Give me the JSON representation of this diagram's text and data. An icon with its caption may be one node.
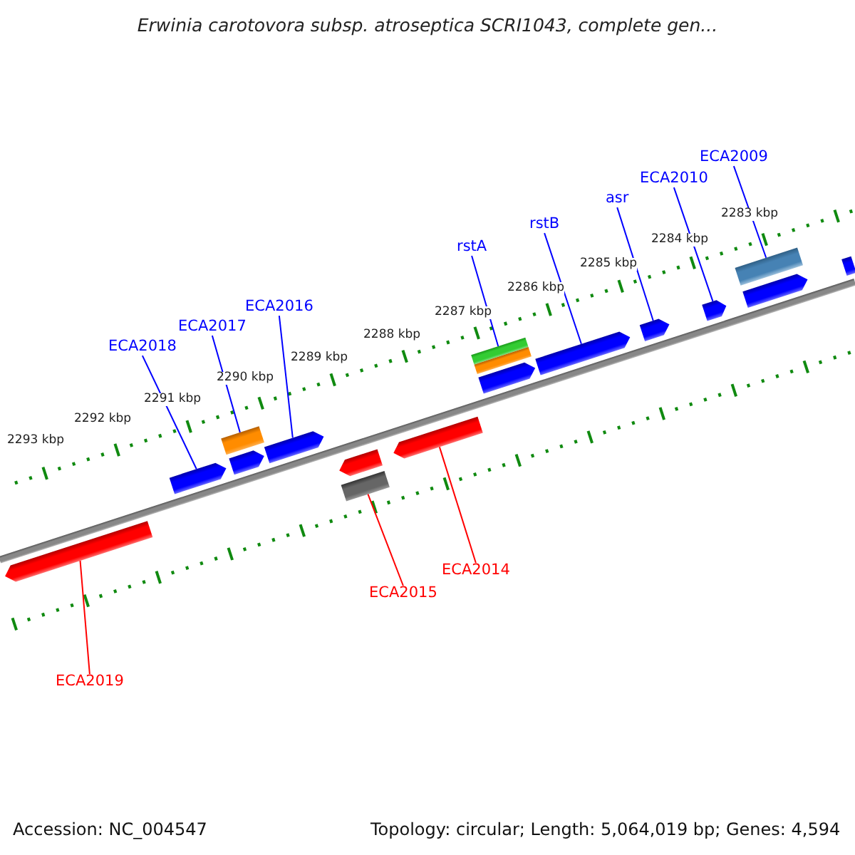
{
  "diagram": {
    "title": "Erwinia carotovora subsp. atroseptica SCRI1043, complete gen...",
    "nodes": [
      {
        "text": [
          "ECA2009"
        ]
      },
      {
        "text": [
          "ECA2010"
        ]
      },
      {
        "text": [
          "asr"
        ]
      },
      {
        "text": [
          "rstB"
        ]
      },
      {
        "text": [
          "rstA"
        ]
      },
      {
        "text": [
          "ECA2016"
        ]
      },
      {
        "text": [
          "ECA2017"
        ]
      },
      {
        "text": [
          "ECA2018"
        ]
      },
      {
        "text": [
          "ECA2014"
        ]
      },
      {
        "text": [
          "ECA2015"
        ]
      },
      {
        "text": [
          "ECA2019"
        ]
      },
      {
        "text": [],
        "shape": "arrow"
      },
      {
        "text": [],
        "shape": "arrow"
      },
      {
        "text": [],
        "shape": "bar"
      },
      {
        "text": [],
        "shape": "arrow"
      },
      {
        "text": [],
        "shape": "arrow"
      },
      {
        "text": [],
        "shape": "bar"
      },
      {
        "text": [],
        "shape": "arrow"
      },
      {
        "text": [],
        "shape": "arrow"
      },
      {
        "text": [],
        "shape": "bar"
      },
      {
        "text": [],
        "shape": "bar"
      },
      {
        "text": [],
        "shape": "arrow"
      },
      {
        "text": [],
        "shape": "arrow"
      },
      {
        "text": [],
        "shape": "arrow"
      },
      {
        "text": [],
        "shape": "arrow"
      },
      {
        "text": [],
        "shape": "bar"
      },
      {
        "text": [],
        "shape": "arrow"
      },
      {
        "text": [],
        "shape": "bar"
      }
    ],
    "edges": [
      {
        "from": 0,
        "to": 25,
        "arrow": "none"
      },
      {
        "from": 1,
        "to": 24,
        "arrow": "none"
      },
      {
        "from": 2,
        "to": 23,
        "arrow": "none"
      },
      {
        "from": 3,
        "to": 22,
        "arrow": "none"
      },
      {
        "from": 4,
        "to": 19,
        "arrow": "none"
      },
      {
        "from": 5,
        "to": 15,
        "arrow": "none"
      },
      {
        "from": 6,
        "to": 13,
        "arrow": "none"
      },
      {
        "from": 7,
        "to": 12,
        "arrow": "none"
      },
      {
        "from": 8,
        "to": 18,
        "arrow": "none",
        "color": "#ff0000"
      },
      {
        "from": 9,
        "to": 16,
        "arrow": "none",
        "color": "#ff0000"
      },
      {
        "from": 10,
        "to": 11,
        "arrow": "none",
        "color": "#ff0000"
      }
    ],
    "labels": [
      "2283 kbp",
      "2284 kbp",
      "2285 kbp",
      "2286 kbp",
      "2287 kbp",
      "2288 kbp",
      "2289 kbp",
      "2290 kbp",
      "2291 kbp",
      "2292 kbp",
      "2293 kbp",
      "Accession: NC_004547",
      "Topology: circular; Length: 5,064,019 bp; Genes: 4,594"
    ]
  }
}
